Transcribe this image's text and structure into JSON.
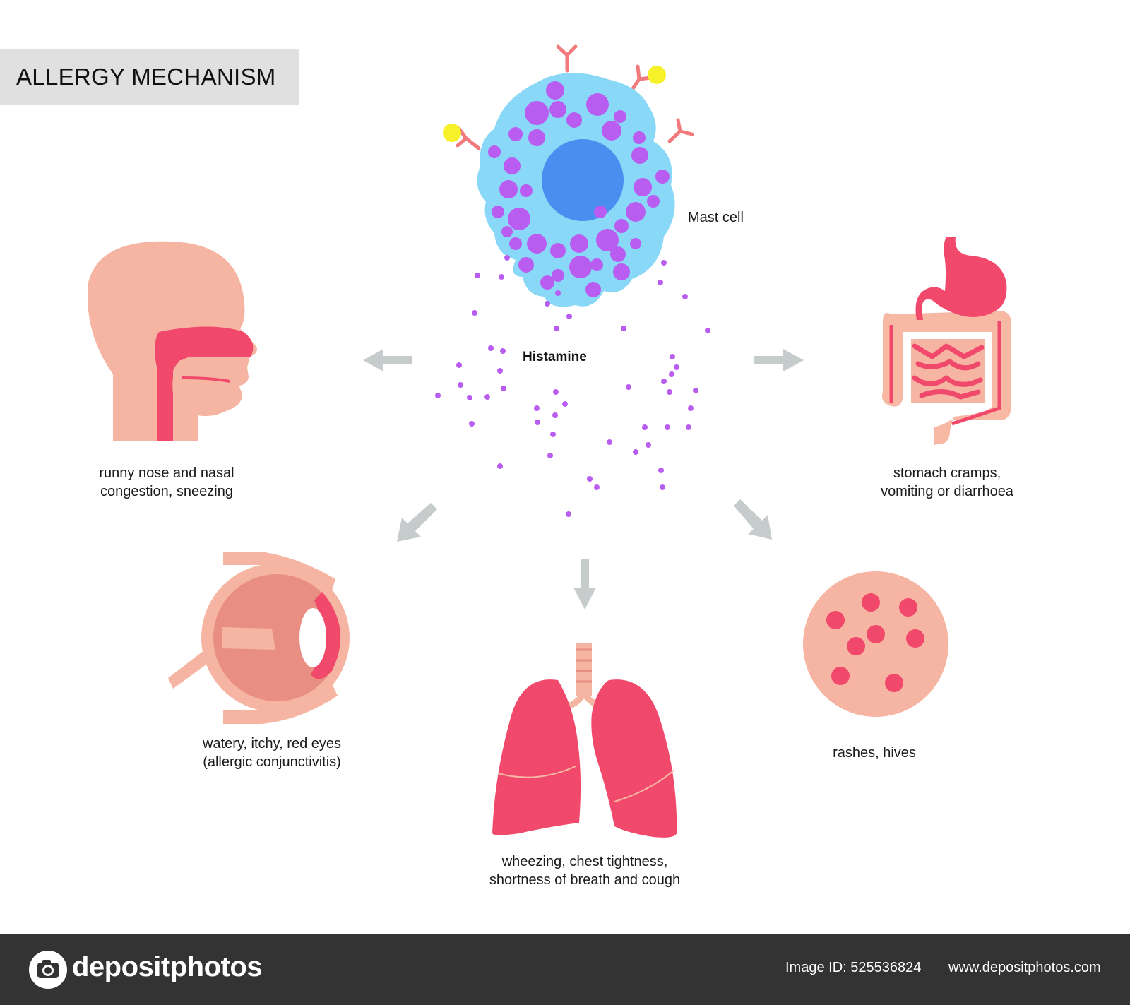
{
  "title": "ALLERGY MECHANISM",
  "center": {
    "cell_label": "Mast cell",
    "mediator_label": "Histamine"
  },
  "symptoms": {
    "nose": [
      "runny nose and nasal",
      "congestion, sneezing"
    ],
    "stomach": [
      "stomach cramps,",
      "vomiting or diarrhoea"
    ],
    "eyes": [
      "watery, itchy, red eyes",
      "(allergic conjunctivitis)"
    ],
    "skin": [
      "rashes, hives"
    ],
    "lungs": [
      "wheezing, chest tightness,",
      "shortness of breath and cough"
    ]
  },
  "footer": {
    "brand": "depositphotos",
    "image_id": "Image ID: 525536824",
    "website": "www.depositphotos.com"
  },
  "colors": {
    "cell_body": "#8ad8f7",
    "nucleus": "#4a8ff0",
    "granule": "#b95df0",
    "skin": "#f5b5a2",
    "organ_pink": "#f0496b",
    "arrow_gray": "#c6cbcc",
    "allergen_yellow": "#f7f12a",
    "receptor": "#f27a7c"
  }
}
